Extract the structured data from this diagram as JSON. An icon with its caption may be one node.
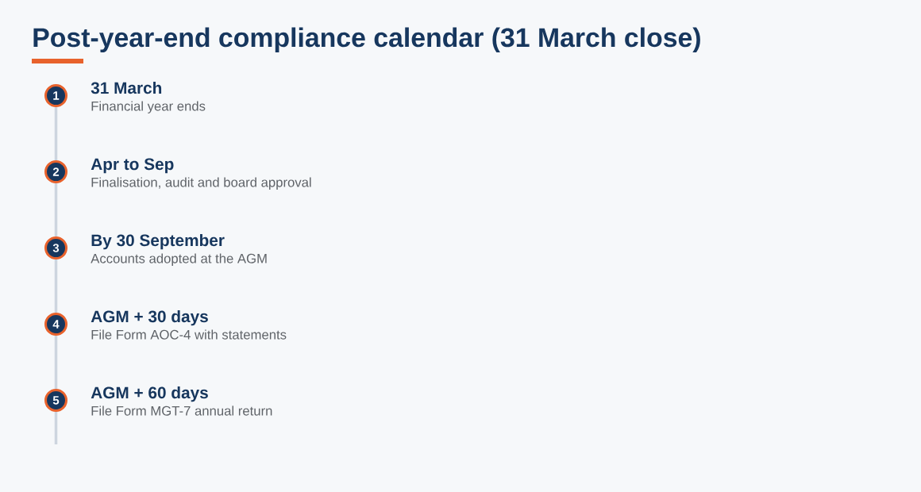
{
  "diagram": {
    "title": "Post-year-end compliance calendar (31 March close)",
    "nodes": [
      {
        "text": [
          "1"
        ],
        "beside": [
          "31 March",
          "Financial year ends"
        ]
      },
      {
        "text": [
          "2"
        ],
        "beside": [
          "Apr to Sep",
          "Finalisation, audit and board approval"
        ]
      },
      {
        "text": [
          "3"
        ],
        "beside": [
          "By 30 September",
          "Accounts adopted at the AGM"
        ]
      },
      {
        "text": [
          "4"
        ],
        "beside": [
          "AGM + 30 days",
          "File Form AOC-4 with statements"
        ]
      },
      {
        "text": [
          "5"
        ],
        "beside": [
          "AGM + 60 days",
          "File Form MGT-7 annual return"
        ]
      }
    ],
    "edges": [
      {
        "from": 0,
        "to": 1,
        "arrow": "none"
      },
      {
        "from": 1,
        "to": 2,
        "arrow": "none"
      },
      {
        "from": 2,
        "to": 3,
        "arrow": "none"
      },
      {
        "from": 3,
        "to": 4,
        "arrow": "none"
      },
      {
        "from": 4,
        "to": null,
        "arrow": "none"
      }
    ]
  }
}
